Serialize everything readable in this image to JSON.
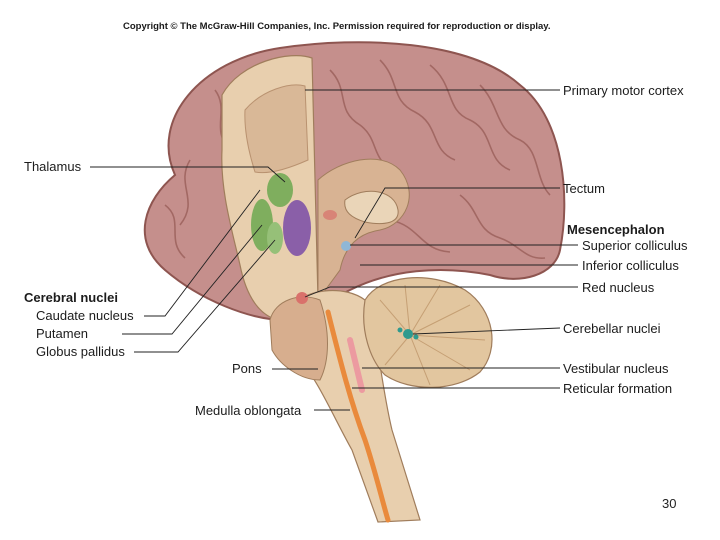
{
  "copyright": "Copyright © The McGraw-Hill Companies, Inc. Permission required for reproduction or display.",
  "labels": {
    "primary_motor_cortex": "Primary motor cortex",
    "thalamus": "Thalamus",
    "tectum": "Tectum",
    "mesencephalon": "Mesencephalon",
    "superior_colliculus": "Superior colliculus",
    "inferior_colliculus": "Inferior colliculus",
    "red_nucleus": "Red nucleus",
    "cerebral_nuclei": "Cerebral nuclei",
    "caudate_nucleus": "Caudate nucleus",
    "putamen": "Putamen",
    "globus_pallidus": "Globus pallidus",
    "cerebellar_nuclei": "Cerebellar nuclei",
    "pons": "Pons",
    "vestibular_nucleus": "Vestibular nucleus",
    "reticular_formation": "Reticular formation",
    "medulla_oblongata": "Medulla oblongata"
  },
  "page_number": "30",
  "colors": {
    "cortex": "#c58f8c",
    "cortex_dark": "#8e5550",
    "cut_section": "#e8cfae",
    "white_matter": "#d9b897",
    "cerebellum": "#e2c69f",
    "green_nuclei": "#7fae5e",
    "thalamus_purple": "#8a5fa8",
    "red_nucleus": "#d9716b",
    "orange_tract": "#e98a3c",
    "cerebellar_nuclei": "#2f9a8e",
    "leader_line": "#222222"
  }
}
